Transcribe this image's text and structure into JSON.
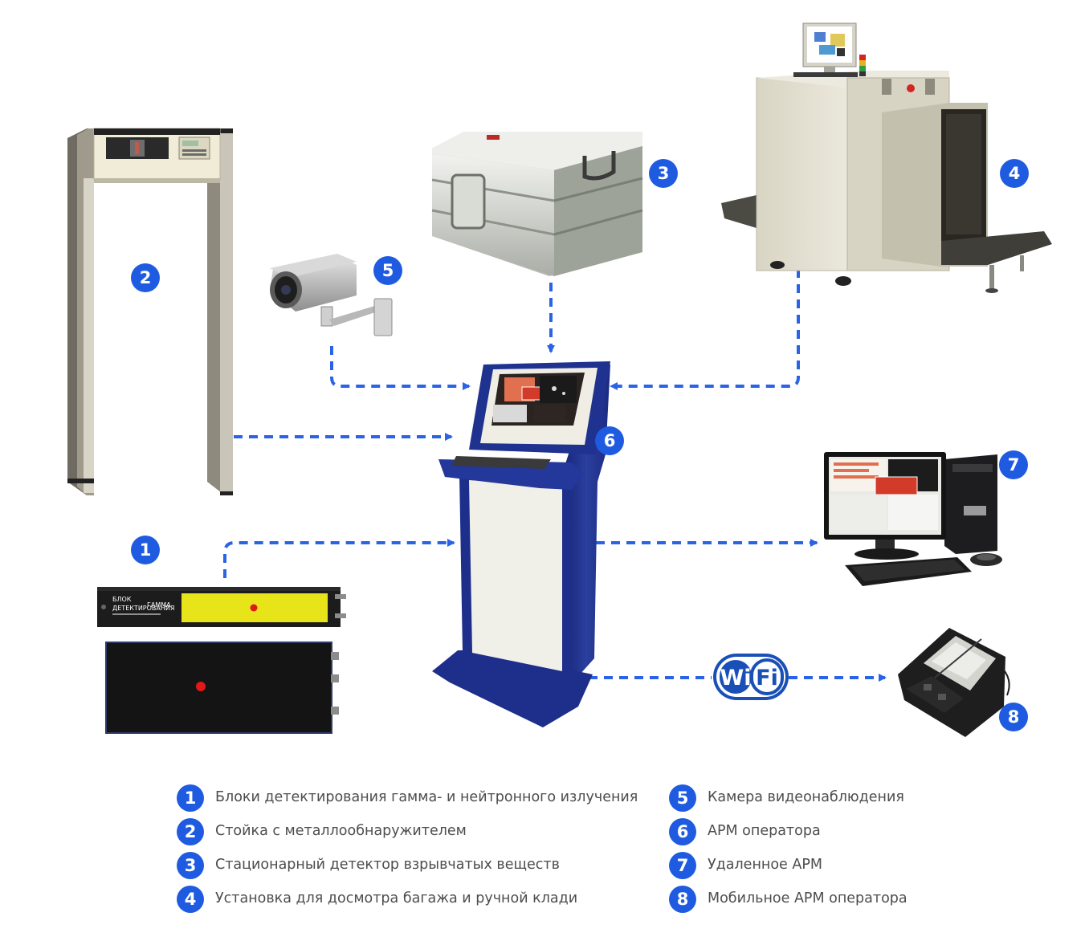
{
  "colors": {
    "accent": "#1f5be0",
    "connector": "#2a63e6",
    "legend_text": "#4d4d4d",
    "kiosk_blue": "#1d2f8a",
    "detector_yellow": "#e8e41a",
    "indicator_red": "#e01818"
  },
  "devices": [
    {
      "number": "1",
      "icon": "radiation-detector-icon"
    },
    {
      "number": "2",
      "icon": "metal-detector-gate-icon"
    },
    {
      "number": "3",
      "icon": "explosives-detector-case-icon"
    },
    {
      "number": "4",
      "icon": "xray-baggage-scanner-icon"
    },
    {
      "number": "5",
      "icon": "cctv-camera-icon"
    },
    {
      "number": "6",
      "icon": "operator-kiosk-icon"
    },
    {
      "number": "7",
      "icon": "desktop-workstation-icon"
    },
    {
      "number": "8",
      "icon": "rugged-tablet-icon"
    }
  ],
  "detector_unit_label": [
    "БЛОК",
    "ДЕТЕКТИРОВАНИЯ",
    "ГАММА"
  ],
  "wifi": {
    "left": "Wi",
    "right": "Fi"
  },
  "legend": [
    {
      "number": "1",
      "text": "Блоки детектирования гамма- и нейтронного излучения"
    },
    {
      "number": "2",
      "text": "Стойка с металлообнаружителем"
    },
    {
      "number": "3",
      "text": "Стационарный детектор взрывчатых веществ"
    },
    {
      "number": "4",
      "text": "Установка для досмотра багажа и ручной клади"
    },
    {
      "number": "5",
      "text": "Камера видеонаблюдения"
    },
    {
      "number": "6",
      "text": "АРМ оператора"
    },
    {
      "number": "7",
      "text": "Удаленное АРМ"
    },
    {
      "number": "8",
      "text": "Мобильное АРМ оператора"
    }
  ]
}
